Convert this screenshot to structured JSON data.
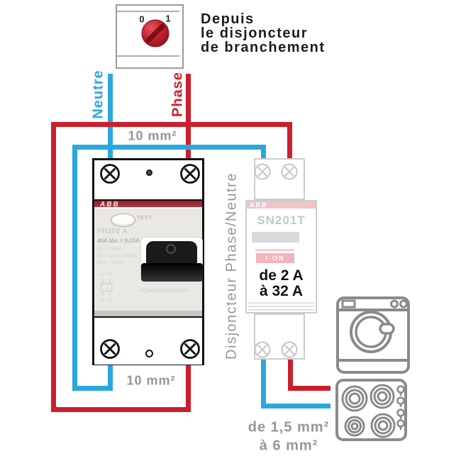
{
  "colors": {
    "neutral_blue": "#2BA7DE",
    "phase_red": "#CB1F2C",
    "label_gray": "#969696",
    "rcd_band_red": "#A12833",
    "breaker_pink": "#F3C6CC",
    "appliance_gray": "#8A8A8A"
  },
  "source": {
    "title_line1": "Depuis",
    "title_line2": "le disjoncteur",
    "title_line3": "de branchement",
    "switch_off": "0",
    "switch_on": "1"
  },
  "wires": {
    "neutral_label": "Neutre",
    "phase_label": "Phase",
    "supply_gauge": "10 mm²",
    "output_gauge": "10 mm²",
    "circuit_gauge_line1": "de 1,5 mm²",
    "circuit_gauge_line2": "à 6 mm²"
  },
  "rcd": {
    "brand": "ABB",
    "test_label": "TEST",
    "model": "FH202 A",
    "rating": "40A IΔn = 0,03A",
    "spec_lines": [
      "Un = 230V~",
      "Im = IΔm = 1000A",
      "63A □ 6000"
    ],
    "marks_top": "1/2 3/4",
    "marks_bottom": "2/1 4/3",
    "product_code": "2CSF202102R1400"
  },
  "breaker": {
    "brand": "ABB",
    "model": "SN201T",
    "on_label": "I-ON",
    "rating_line1": "de 2 A",
    "rating_line2": "à 32 A",
    "caption": "Disjoncteur Phase/Neutre"
  }
}
